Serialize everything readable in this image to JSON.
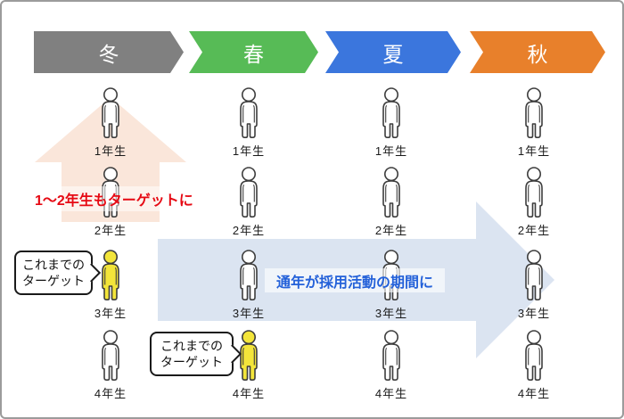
{
  "seasons": [
    {
      "label": "冬",
      "color": "#808080"
    },
    {
      "label": "春",
      "color": "#57bb56"
    },
    {
      "label": "夏",
      "color": "#3b76dd"
    },
    {
      "label": "秋",
      "color": "#e8802b"
    }
  ],
  "grades": [
    "1年生",
    "2年生",
    "3年生",
    "4年生"
  ],
  "people": [
    {
      "row": 0,
      "col": 0,
      "label": "1年生",
      "highlighted": false
    },
    {
      "row": 0,
      "col": 1,
      "label": "1年生",
      "highlighted": false
    },
    {
      "row": 0,
      "col": 2,
      "label": "1年生",
      "highlighted": false
    },
    {
      "row": 0,
      "col": 3,
      "label": "1年生",
      "highlighted": false
    },
    {
      "row": 1,
      "col": 0,
      "label": "2年生",
      "highlighted": false
    },
    {
      "row": 1,
      "col": 1,
      "label": "2年生",
      "highlighted": false
    },
    {
      "row": 1,
      "col": 2,
      "label": "2年生",
      "highlighted": false
    },
    {
      "row": 1,
      "col": 3,
      "label": "2年生",
      "highlighted": false
    },
    {
      "row": 2,
      "col": 0,
      "label": "3年生",
      "highlighted": true
    },
    {
      "row": 2,
      "col": 1,
      "label": "3年生",
      "highlighted": false
    },
    {
      "row": 2,
      "col": 2,
      "label": "3年生",
      "highlighted": false
    },
    {
      "row": 2,
      "col": 3,
      "label": "3年生",
      "highlighted": false
    },
    {
      "row": 3,
      "col": 0,
      "label": "4年生",
      "highlighted": false
    },
    {
      "row": 3,
      "col": 1,
      "label": "4年生",
      "highlighted": true
    },
    {
      "row": 3,
      "col": 2,
      "label": "4年生",
      "highlighted": false
    },
    {
      "row": 3,
      "col": 3,
      "label": "4年生",
      "highlighted": false
    }
  ],
  "annotations": {
    "up_arrow_label": {
      "text": "1〜2年生もターゲットに",
      "color": "#e60a14"
    },
    "right_arrow_label": {
      "text": "通年が採用活動の期間に",
      "color": "#2461d9"
    },
    "bubble1": {
      "lines": [
        "これまでの",
        "ターゲット"
      ]
    },
    "bubble2": {
      "lines": [
        "これまでの",
        "ターゲット"
      ]
    }
  },
  "colors": {
    "up_arrow": "#fae6da",
    "right_arrow": "#dbe4f1",
    "highlight": "#f3e53a",
    "person_outline": "#3d3d3d",
    "frame_border": "#9b9b9b"
  }
}
